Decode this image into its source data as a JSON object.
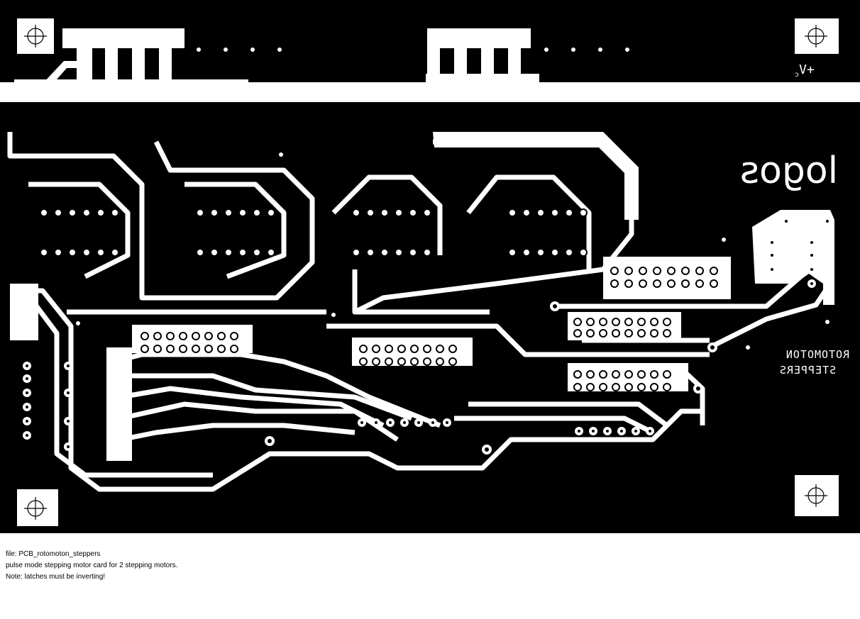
{
  "board": {
    "background_color": "#000000",
    "copper_color": "#ffffff",
    "label_vplus": "+V",
    "label_vplus_sub": "c",
    "logo_text": "logos",
    "brand_line1": "ROTOMOTON",
    "brand_line2": "STEPPERS",
    "registration_mark_icon": "crosshair-icon"
  },
  "notes": {
    "file_line": "file: PCB_rotomoton_steppers",
    "description_line": "pulse mode stepping motor card for 2 stepping motors.",
    "note_line": "Note: latches must be inverting!"
  }
}
